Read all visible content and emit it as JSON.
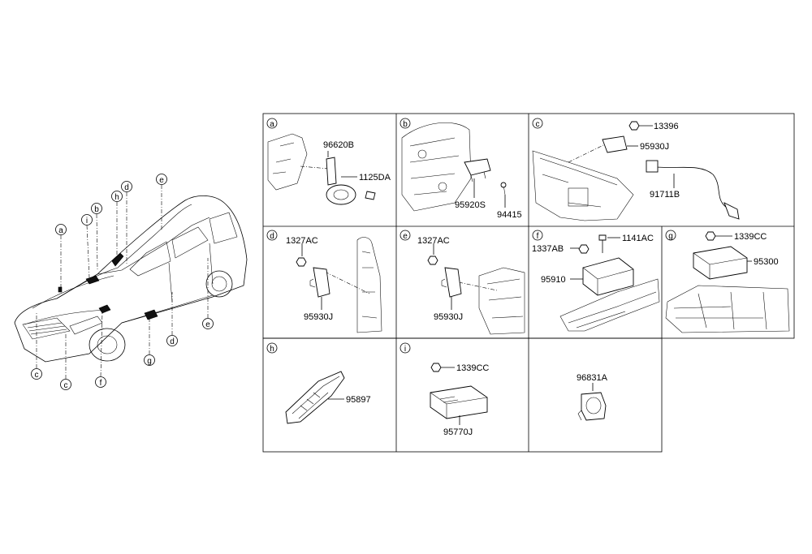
{
  "panels": {
    "a": {
      "letter": "a",
      "parts": [
        "96620B",
        "1125DA"
      ]
    },
    "b": {
      "letter": "b",
      "parts": [
        "95920S",
        "94415"
      ]
    },
    "c": {
      "letter": "c",
      "parts": [
        "13396",
        "95930J",
        "91711B"
      ]
    },
    "d": {
      "letter": "d",
      "parts": [
        "1327AC",
        "95930J"
      ]
    },
    "e": {
      "letter": "e",
      "parts": [
        "1327AC",
        "95930J"
      ]
    },
    "f": {
      "letter": "f",
      "parts": [
        "1337AB",
        "1141AC",
        "95910"
      ]
    },
    "g": {
      "letter": "g",
      "parts": [
        "1339CC",
        "95300"
      ]
    },
    "h": {
      "letter": "h",
      "parts": [
        "95897"
      ]
    },
    "i": {
      "letter": "i",
      "parts": [
        "1339CC",
        "95770J"
      ]
    },
    "j": {
      "parts": [
        "96831A"
      ]
    }
  },
  "car_callouts": [
    "a",
    "i",
    "b",
    "h",
    "d",
    "e",
    "e",
    "d",
    "g",
    "f",
    "c",
    "c"
  ]
}
